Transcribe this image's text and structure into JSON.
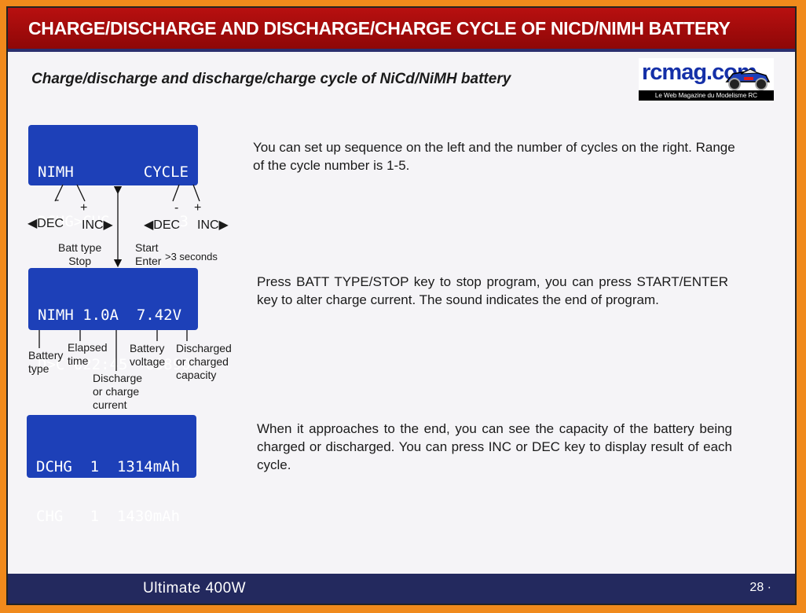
{
  "header": {
    "title": "CHARGE/DISCHARGE AND DISCHARGE/CHARGE CYCLE OF NICD/NIMH BATTERY",
    "subtitle": "Charge/discharge and discharge/charge cycle of  NiCd/NiMH battery"
  },
  "logo": {
    "text": "rcmag.com",
    "tagline": "Le Web Magazine du Modelisme RC"
  },
  "lcd1": {
    "line1_left": "NIMH",
    "line1_right": "CYCLE",
    "line2_left": "DCHG>CHG",
    "line2_right": "3"
  },
  "lcd2": {
    "line1": "NIMH 1.0A  7.42V",
    "line2": "D>C 022:45  00890"
  },
  "lcd3": {
    "line1": "DCHG  1  1314mAh",
    "line2": "CHG   1  1430mAh"
  },
  "labels": {
    "minus": "-",
    "plus": "+",
    "dec": "◀DEC",
    "inc": "INC▶",
    "batt_type_stop": "Batt type\nStop",
    "start_enter": "Start\nEnter",
    "three_seconds": ">3 seconds",
    "battery_type": "Battery\ntype",
    "elapsed_time": "Elapsed\ntime",
    "battery_voltage": "Battery\nvoltage",
    "discharged_capacity": "Discharged\nor charged\ncapacity",
    "discharge_current": "Discharge\nor charge\ncurrent"
  },
  "paragraphs": {
    "p1": "You can set up sequence on the left and the number of cycles on the right. Range of the cycle number is 1-5.",
    "p2": "Press BATT TYPE/STOP key to stop program, you can press START/ENTER key to alter charge current. The sound indicates the end of program.",
    "p3": "When it approaches to the end, you can see the capacity of the battery being charged or discharged. You can press INC or DEC key to display result of each cycle."
  },
  "footer": {
    "model": "Ultimate 400W",
    "page": "28 ·"
  }
}
